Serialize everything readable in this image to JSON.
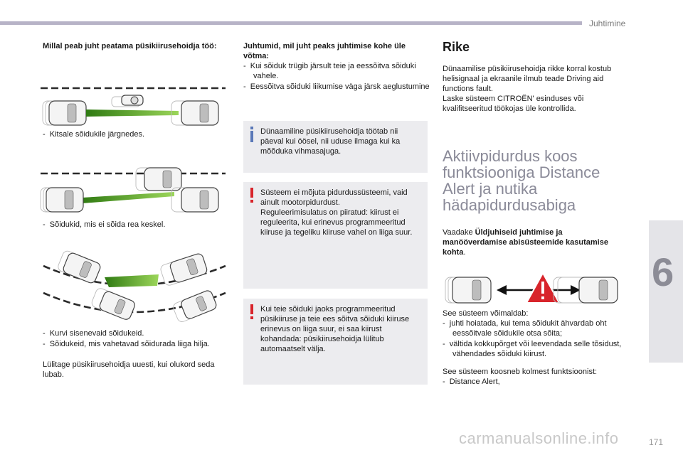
{
  "header": {
    "section": "Juhtimine"
  },
  "chapter": "6",
  "page_number": "171",
  "watermark": "carmanualsonline.info",
  "col1": {
    "heading": "Millal peab juht peatama püsikiiruse­hoidja töö:",
    "item1": "-  Kitsale sõidukile järgnedes.",
    "item2": "-  Sõidukid, mis ei sõida rea keskel.",
    "item3a": "-  Kurvi sisenevaid sõidukeid.",
    "item3b": "-  Sõidukeid, mis vahetavad sõidurada liiga hilja.",
    "footer": "Lülitage püsikiirusehoidja uuesti, kui olukord seda lubab."
  },
  "col2": {
    "heading": "Juhtumid, mil juht peaks juhtimise kohe üle võtma:",
    "item1": "-  Kui sõiduk trügib järsult teie ja eessõitva sõiduki vahele.",
    "item2": "-  Eessõitva sõiduki liikumise väga järsk aeglustumine",
    "note_info": "Dünaamiline püsikiirusehoidja töötab nii päeval kui öösel, nii uduse ilmaga kui ka mõõduka vihmasajuga.",
    "note_warn1_a": "Süsteem ei mõjuta pidurdussüsteemi, vaid ainult mootorpidurdust.",
    "note_warn1_b": "Reguleerimisulatus on piiratud: kiirust ei reguleerita, kui erinevus programmeeritud kiiruse ja tegeliku kiiruse vahel on liiga suur.",
    "note_warn2": "Kui teie sõiduki jaoks programmeeritud püsikiiruse ja teie ees sõitva sõiduki kiiruse erinevus on liiga suur, ei saa kiirust kohandada: püsikiirusehoidja lülitub automaatselt välja."
  },
  "col3": {
    "rike_title": "Rike",
    "rike_text_a": "Dünaamilise püsikiirusehoidja rikke korral kostub helisignaal ja ekraanile ilmub teade Driving aid functions fault.",
    "rike_text_b": "Laske süsteem CITROËN' esinduses või kvalifitseeritud töökojas üle kontrollida.",
    "aktiiv_title": "Aktiivpidurdus koos funktsiooniga Distance Alert ja nutika hädapidurdusabiga",
    "ref_prefix": "Vaadake ",
    "ref_bold": "Üldjuhiseid juhtimise ja manööverdamise abisüsteemide kasutamise kohta",
    "ref_suffix": ".",
    "enables_intro": "See süsteem võimaldab:",
    "enables_item1": "-  juhti hoiatada, kui tema sõidukit ähvardab oht eessõitvale sõidukile otsa sõita;",
    "enables_item2": "-  vältida kokkupõrget või leevendada selle tõsidust, vähendades sõiduki kiirust.",
    "consists_intro": "See süsteem koosneb kolmest funktsioonist:",
    "consists_item1": "-  Distance Alert,"
  },
  "icons": {
    "diagram1": "motorcycle-icon",
    "diagram4": "warning-triangle-icon"
  },
  "colors": {
    "info_accent": "#5a78b8",
    "warning_accent": "#d8242b",
    "radar_beam": "#4a9a22",
    "heading_gray": "#8a8a98"
  }
}
